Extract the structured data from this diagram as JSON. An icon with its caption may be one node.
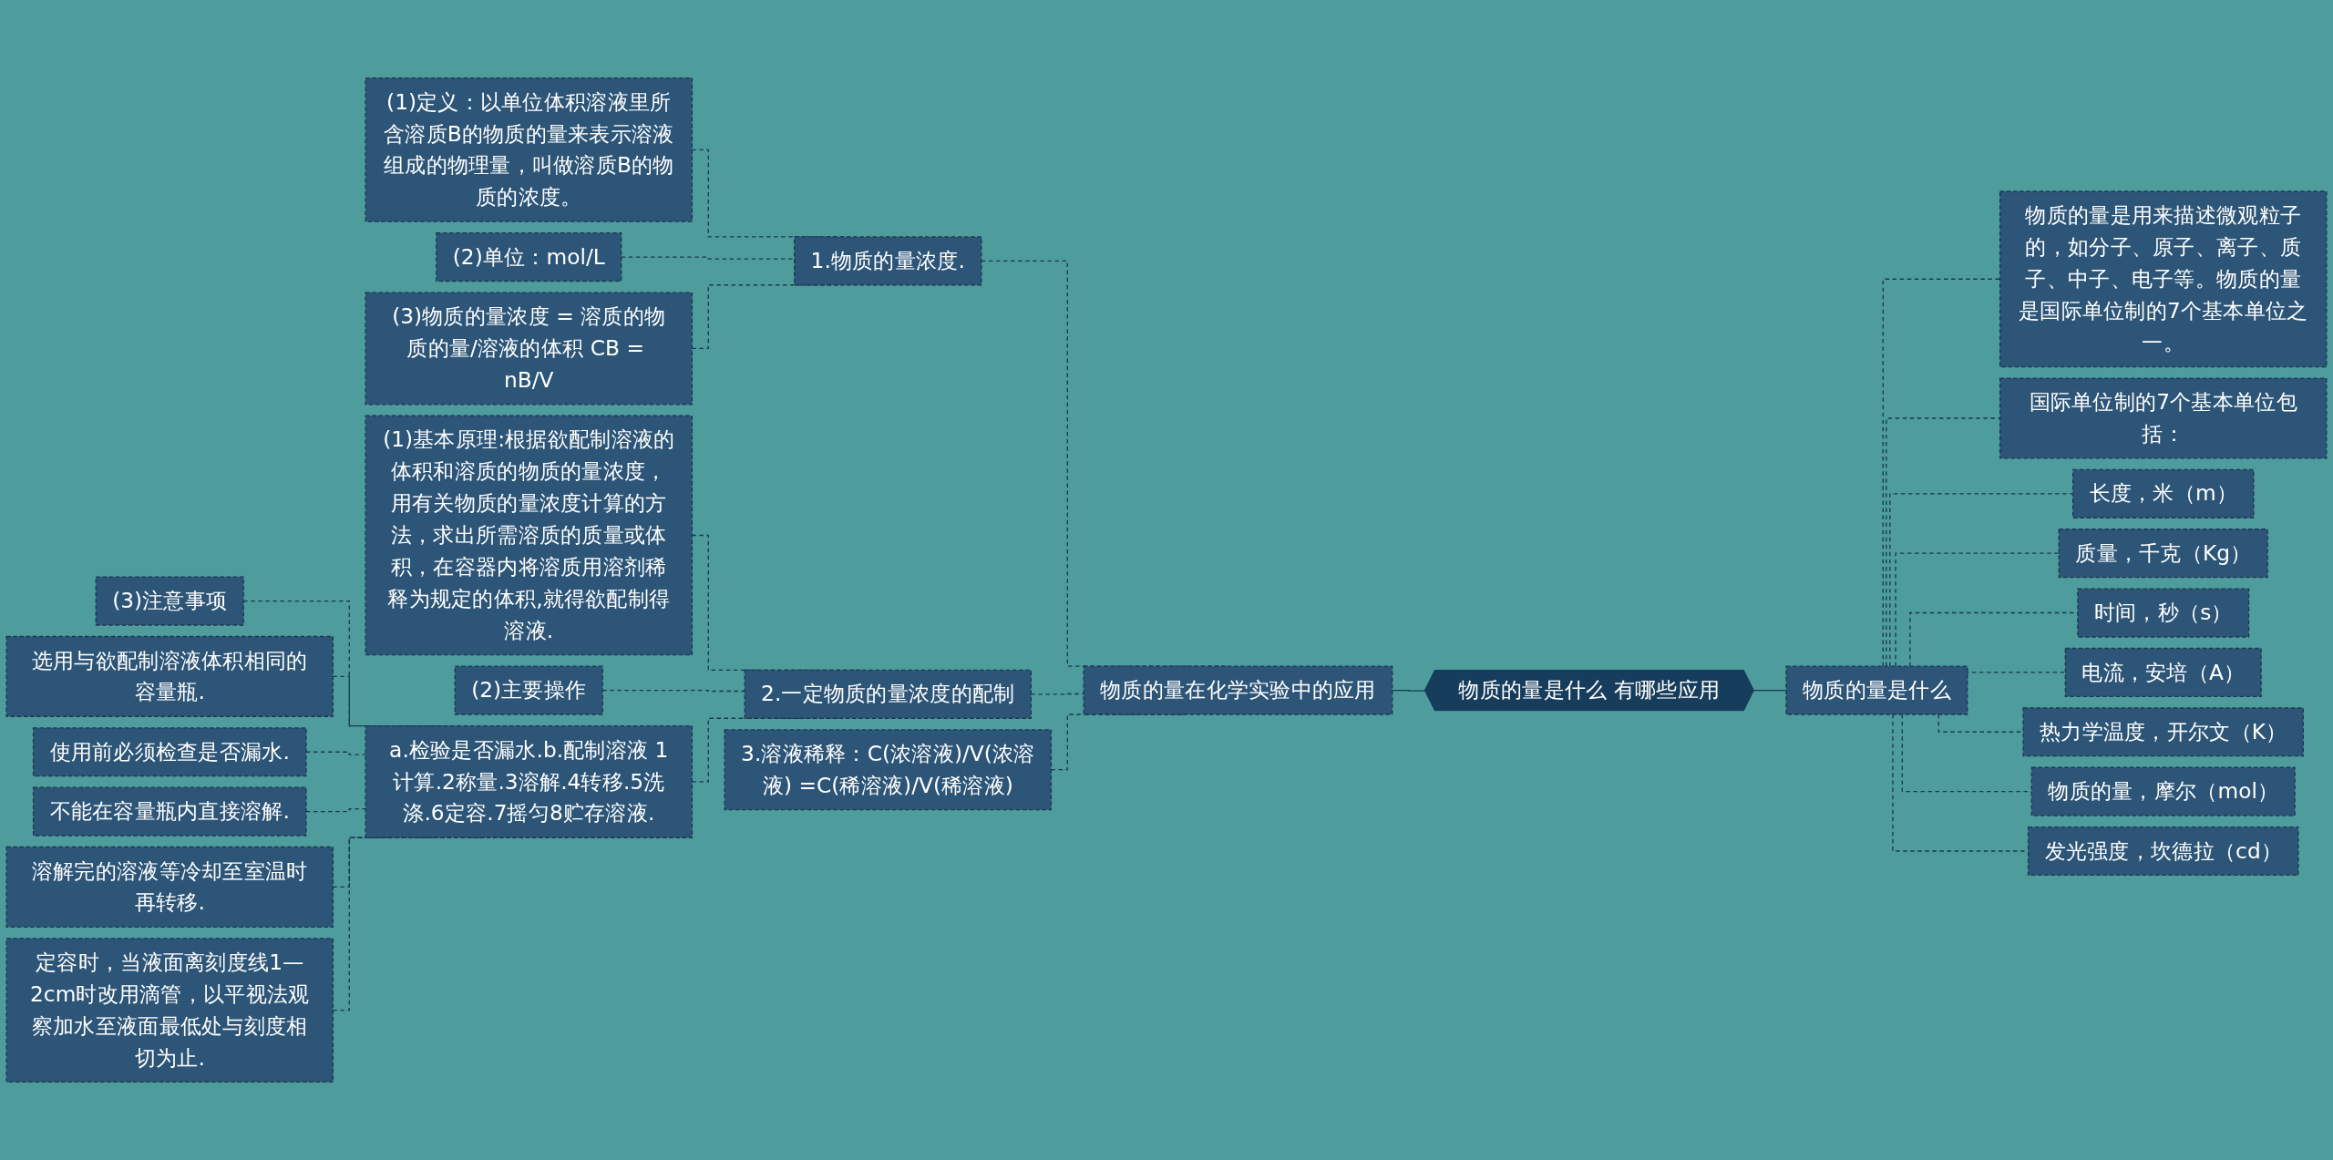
{
  "diagram": {
    "nodes": [
      {
        "text": [
          "物质的量是什么 有哪些应用"
        ]
      },
      {
        "text": [
          "物质的量在化学实验中的应用"
        ]
      },
      {
        "text": [
          "1.物质的量浓度."
        ]
      },
      {
        "text": [
          "(1)定义：以单位体积溶液里所含溶质B的物质的量来表示溶液组成的物理量，叫做溶质B的物质的浓度。"
        ]
      },
      {
        "text": [
          "(2)单位：mol/L"
        ]
      },
      {
        "text": [
          "(3)物质的量浓度 = 溶质的物质的量/溶液的体积 CB = nB/V"
        ]
      },
      {
        "text": [
          "2.一定物质的量浓度的配制"
        ]
      },
      {
        "text": [
          "(1)基本原理:根据欲配制溶液的体积和溶质的物质的量浓度，用有关物质的量浓度计算的方法，求出所需溶质的质量或体积，在容器内将溶质用溶剂稀释为规定的体积,就得欲配制得溶液."
        ]
      },
      {
        "text": [
          "(2)主要操作"
        ]
      },
      {
        "text": [
          "a.检验是否漏水.b.配制溶液 1计算.2称量.3溶解.4转移.5洗涤.6定容.7摇匀8贮存溶液."
        ]
      },
      {
        "text": [
          "(3)注意事项"
        ]
      },
      {
        "text": [
          "选用与欲配制溶液体积相同的容量瓶."
        ]
      },
      {
        "text": [
          "使用前必须检查是否漏水."
        ]
      },
      {
        "text": [
          "不能在容量瓶内直接溶解."
        ]
      },
      {
        "text": [
          "溶解完的溶液等冷却至室温时再转移."
        ]
      },
      {
        "text": [
          "定容时，当液面离刻度线1—2cm时改用滴管，以平视法观察加水至液面最低处与刻度相切为止."
        ]
      },
      {
        "text": [
          "3.溶液稀释：C(浓溶液)/V(浓溶液) =C(稀溶液)/V(稀溶液)"
        ]
      },
      {
        "text": [
          "物质的量是什么"
        ]
      },
      {
        "text": [
          "物质的量是用来描述微观粒子的，如分子、原子、离子、质子、中子、电子等。物质的量是国际单位制的7个基本单位之一。"
        ]
      },
      {
        "text": [
          "国际单位制的7个基本单位包括："
        ]
      },
      {
        "text": [
          "长度，米（m）"
        ]
      },
      {
        "text": [
          "质量，千克（Kg）"
        ]
      },
      {
        "text": [
          "时间，秒（s）"
        ]
      },
      {
        "text": [
          "电流，安培（A）"
        ]
      },
      {
        "text": [
          "热力学温度，开尔文（K）"
        ]
      },
      {
        "text": [
          "物质的量，摩尔（mol）"
        ]
      },
      {
        "text": [
          "发光强度，坎德拉（cd）"
        ]
      }
    ],
    "edges": [
      {
        "from": 0,
        "to": 1,
        "arrow": "none"
      },
      {
        "from": 1,
        "to": 2,
        "arrow": "none",
        "style": "dashed"
      },
      {
        "from": 2,
        "to": 3,
        "arrow": "none",
        "style": "dashed"
      },
      {
        "from": 2,
        "to": 4,
        "arrow": "none",
        "style": "dashed"
      },
      {
        "from": 2,
        "to": 5,
        "arrow": "none",
        "style": "dashed"
      },
      {
        "from": 1,
        "to": 6,
        "arrow": "none",
        "style": "dashed"
      },
      {
        "from": 6,
        "to": 7,
        "arrow": "none",
        "style": "dashed"
      },
      {
        "from": 6,
        "to": 8,
        "arrow": "none",
        "style": "dashed"
      },
      {
        "from": 6,
        "to": 9,
        "arrow": "none",
        "style": "dashed"
      },
      {
        "from": 9,
        "to": 10,
        "arrow": "none",
        "style": "dashed"
      },
      {
        "from": 9,
        "to": 11,
        "arrow": "none",
        "style": "dashed"
      },
      {
        "from": 9,
        "to": 12,
        "arrow": "none",
        "style": "dashed"
      },
      {
        "from": 9,
        "to": 13,
        "arrow": "none",
        "style": "dashed"
      },
      {
        "from": 9,
        "to": 14,
        "arrow": "none",
        "style": "dashed"
      },
      {
        "from": 9,
        "to": 15,
        "arrow": "none",
        "style": "dashed"
      },
      {
        "from": 1,
        "to": 16,
        "arrow": "none",
        "style": "dashed"
      },
      {
        "from": 0,
        "to": 17,
        "arrow": "none"
      },
      {
        "from": 17,
        "to": 18,
        "arrow": "none",
        "style": "dashed"
      },
      {
        "from": 17,
        "to": 19,
        "arrow": "none",
        "style": "dashed"
      },
      {
        "from": 17,
        "to": 20,
        "arrow": "none",
        "style": "dashed"
      },
      {
        "from": 17,
        "to": 21,
        "arrow": "none",
        "style": "dashed"
      },
      {
        "from": 17,
        "to": 22,
        "arrow": "none",
        "style": "dashed"
      },
      {
        "from": 17,
        "to": 23,
        "arrow": "none",
        "style": "dashed"
      },
      {
        "from": 17,
        "to": 24,
        "arrow": "none",
        "style": "dashed"
      },
      {
        "from": 17,
        "to": 25,
        "arrow": "none",
        "style": "dashed"
      },
      {
        "from": 17,
        "to": 26,
        "arrow": "none",
        "style": "dashed"
      }
    ]
  }
}
